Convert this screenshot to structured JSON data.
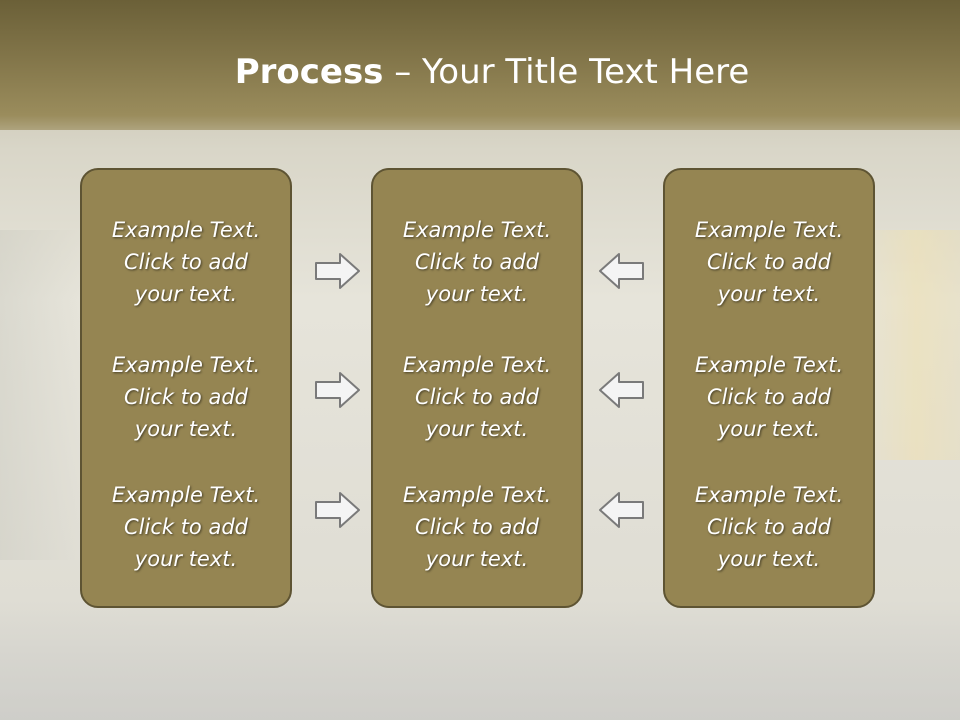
{
  "title": {
    "bold": "Process",
    "rest": " – Your Title Text Here"
  },
  "columns": [
    {
      "blocks": [
        {
          "line1": "Example Text.",
          "line2": "Click  to add",
          "line3": "your text."
        },
        {
          "line1": "Example Text.",
          "line2": "Click  to add",
          "line3": "your text."
        },
        {
          "line1": "Example Text.",
          "line2": "Click  to add",
          "line3": "your text."
        }
      ]
    },
    {
      "blocks": [
        {
          "line1": "Example Text.",
          "line2": "Click  to add",
          "line3": "your text."
        },
        {
          "line1": "Example Text.",
          "line2": "Click  to add",
          "line3": "your text."
        },
        {
          "line1": "Example Text.",
          "line2": "Click  to add",
          "line3": "your text."
        }
      ]
    },
    {
      "blocks": [
        {
          "line1": "Example Text.",
          "line2": "Click  to add",
          "line3": "your text."
        },
        {
          "line1": "Example Text.",
          "line2": "Click  to add",
          "line3": "your text."
        },
        {
          "line1": "Example Text.",
          "line2": "Click  to add",
          "line3": "your text."
        }
      ]
    }
  ],
  "icons": {
    "left_arrows": "arrow-right-icon",
    "right_arrows": "arrow-left-icon"
  },
  "colors": {
    "panel_fill": "#958552",
    "panel_border": "#5e5433",
    "header": "#83764a",
    "arrow_fill": "#f4f4f4",
    "arrow_stroke": "#7a7a7a"
  }
}
